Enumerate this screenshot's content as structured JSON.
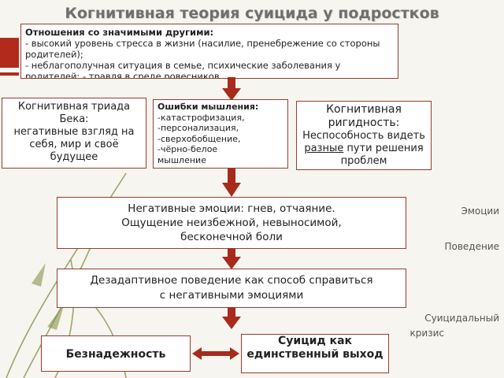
{
  "title": "Когнитивная теория суицида у подростков",
  "relations": {
    "heading": "Отношения со значимыми другими:",
    "line1": "- высокий уровень стресса в жизни (насилие, пренебрежение со стороны родителей);",
    "line2": "- неблагополучная ситуация в семье, психические заболевания у родителей; - травля в среде ровесников"
  },
  "triad": {
    "line1": "Когнитивная триада",
    "line2": "Бека:",
    "line3": "негативные взгляд на себя, мир и своё будущее"
  },
  "errors": {
    "heading": "Ошибки мышления:",
    "items": [
      "-катастрофизация,",
      "-персонализация,",
      "-сверхобобщение,",
      "-чёрно-белое",
      "мышление"
    ]
  },
  "rigidity": {
    "heading": "Когнитивная ригидность:",
    "text_before": "Неспособность видеть",
    "underlined": "разные",
    "text_after": "пути решения проблем"
  },
  "emotions_box": {
    "line1": "Негативные эмоции: гнев, отчаяние.",
    "line2": "Ощущение неизбежной, невыносимой,",
    "line3": "бесконечной боли"
  },
  "behavior_box": {
    "line1": "Дезадаптивное поведение как способ справиться",
    "line2": "с негативными эмоциями"
  },
  "hopelessness": "Безнадежность",
  "suicide_box": "Суицид как единственный выход",
  "side_labels": {
    "emotions": "Эмоции",
    "behavior": "Поведение",
    "crisis_line1": "Суицидальный",
    "crisis_line2": "кризис"
  },
  "colors": {
    "accent": "#b12a1c",
    "arrow": "#a82a1d",
    "box_border": "#9a3b30",
    "background": "#f6f5ef",
    "vine": "#7f8a3e"
  }
}
